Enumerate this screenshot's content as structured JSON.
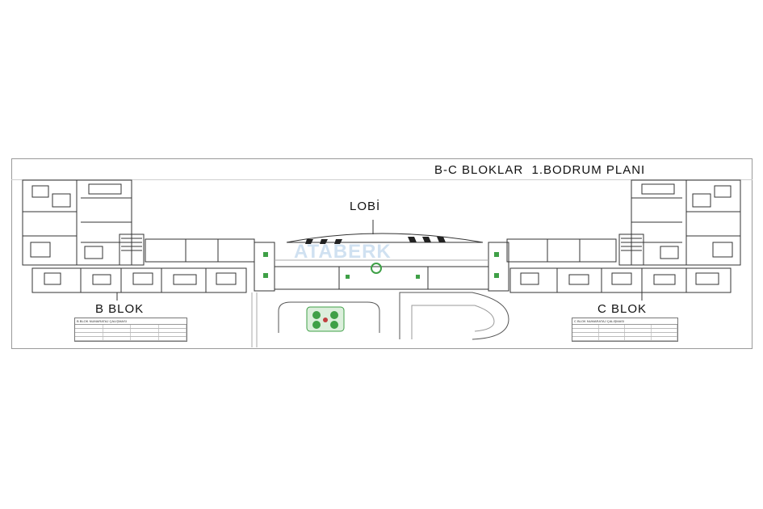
{
  "drawing": {
    "title": "B-C BLOKLAR  1.BODRUM PLANI",
    "lobby_label": "LOBİ",
    "lobby_sublabel": "",
    "watermark": "ATABERK",
    "blocks": [
      {
        "label": "B BLOK",
        "table_caption": "B BLOK NUMARATAJ ÇALIŞMASI"
      },
      {
        "label": "C BLOK",
        "table_caption": "C BLOK NUMARATAJ ÇALIŞMASI"
      }
    ]
  },
  "colors": {
    "line": "#333333",
    "accent_green": "#3fa047",
    "light_line": "#aaaaaa",
    "watermark": "#78aad7"
  }
}
